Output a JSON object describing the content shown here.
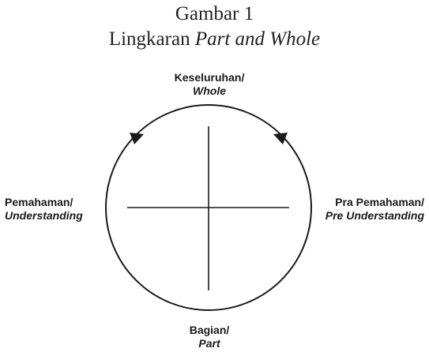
{
  "figure": {
    "number": "Gambar 1",
    "caption_prefix": "Lingkaran ",
    "caption_italic": "Part and Whole"
  },
  "nodes": {
    "top": {
      "label_id": "Keseluruhan/",
      "label_en": "Whole"
    },
    "left": {
      "label_id": "Pemahaman/",
      "label_en": "Understanding"
    },
    "right": {
      "label_id": "Pra Pemahaman/",
      "label_en": "Pre Understanding"
    },
    "bottom": {
      "label_id": "Bagian/",
      "label_en": "Part"
    }
  },
  "colors": {
    "stroke": "#1a1a1a"
  }
}
